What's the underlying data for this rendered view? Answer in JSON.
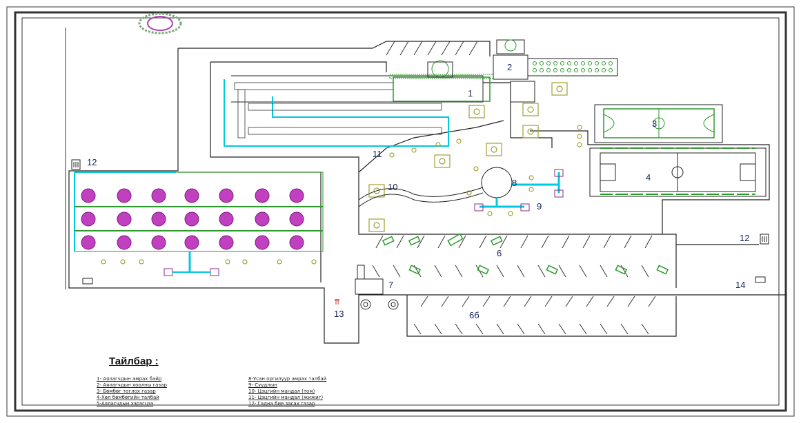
{
  "legend": {
    "title": "Тайлбар :",
    "col1": [
      "1- Аялагчдын амрах байр",
      "2- Аялагчдын хоолны газар",
      "3- Бөмбөг тоглох газар",
      "4-Хөл бөмбөгийн талбай",
      "5-Аялагчдын хэрэгцээ"
    ],
    "col2": [
      "8-Усан оргилуур амрах талбай",
      "9- Суудлын",
      "10- Цэцгийн мандал (том)",
      "11- Цэцгийн мандал (жижиг)",
      "12- Гадна бие засах газар"
    ]
  },
  "labels": {
    "n1": "1",
    "n2": "2",
    "n3": "3",
    "n4": "4",
    "n6": "6",
    "n66": "6б",
    "n7": "7",
    "n8": "8",
    "n9": "9",
    "n10": "10",
    "n11": "11",
    "n12a": "12",
    "n12b": "12",
    "n13": "13",
    "n14": "14"
  },
  "colors": {
    "line": "#202020",
    "cyan": "#00c8e0",
    "flower": "#c040c0",
    "green": "#2a9a2a",
    "yellow": "#a0a030",
    "label": "#13235e"
  },
  "icons": [
    "logo-icon",
    "toilet-icon",
    "fountain-icon",
    "bench-icon",
    "car-icon",
    "tree-icon"
  ]
}
